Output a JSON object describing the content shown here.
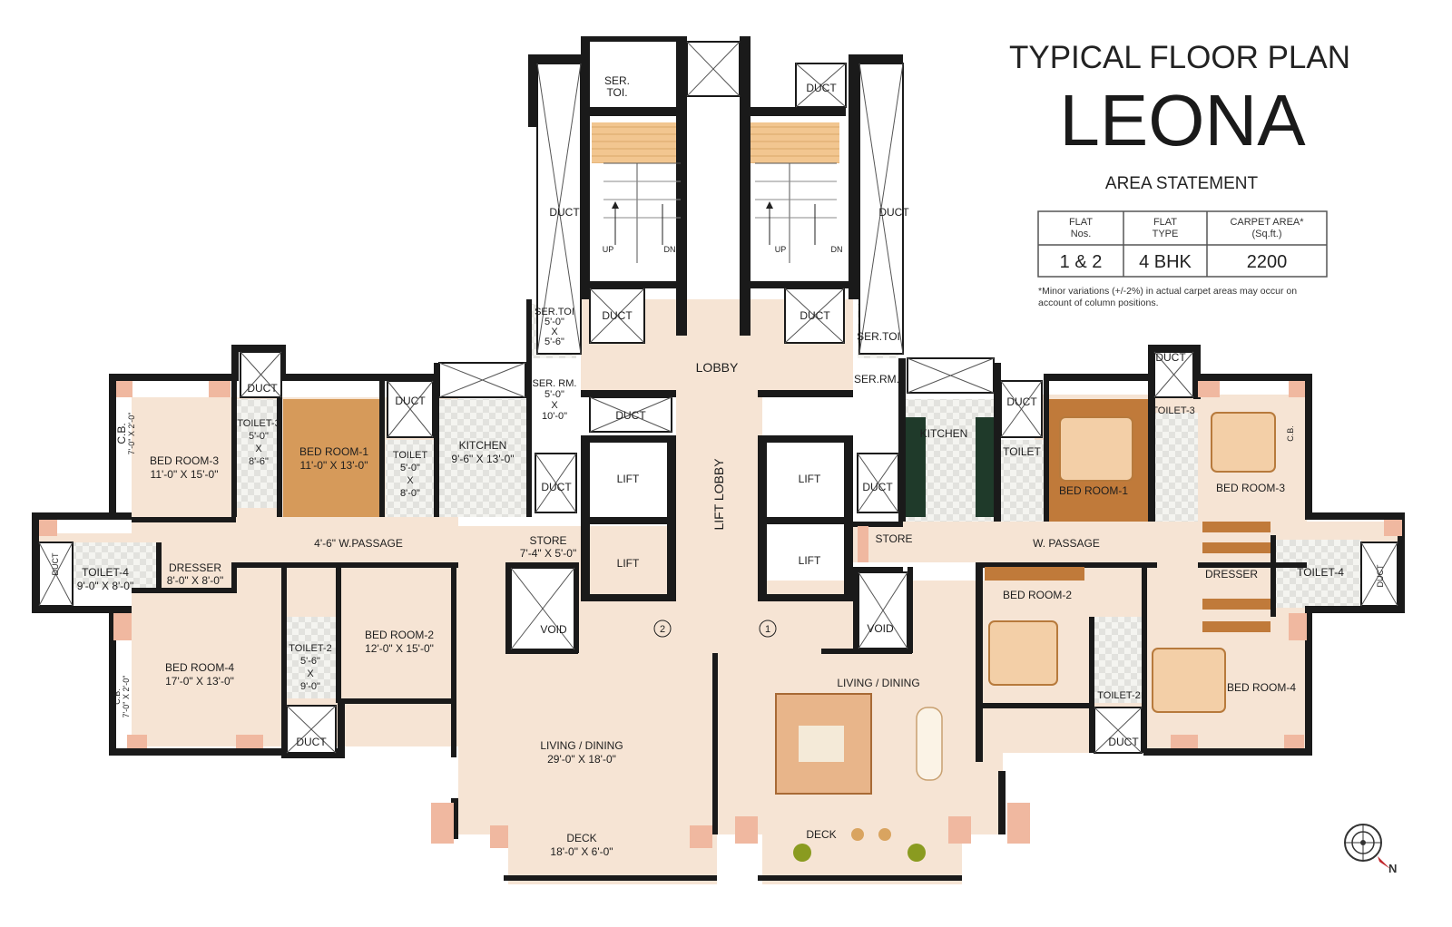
{
  "title": {
    "line1": "TYPICAL FLOOR PLAN",
    "line2": "LEONA",
    "subtitle": "AREA STATEMENT"
  },
  "area_table": {
    "headers": [
      [
        "FLAT",
        "Nos."
      ],
      [
        "FLAT",
        "TYPE"
      ],
      [
        "CARPET AREA*",
        "(Sq.ft.)"
      ]
    ],
    "row": [
      "1 & 2",
      "4 BHK",
      "2200"
    ]
  },
  "note": [
    "*Minor variations (+/-2%) in actual carpet areas may occur on",
    "account of column positions."
  ],
  "colors": {
    "wall": "#1a1a1a",
    "floor": "#f6e4d4",
    "wood": "#d69a5a",
    "column": "#f0b8a0",
    "stair": "#f2c690"
  },
  "rooms": {
    "lobby": "LOBBY",
    "lift_lobby": "LIFT LOBBY",
    "lift": "LIFT",
    "duct": "DUCT",
    "void": "VOID",
    "up": "UP",
    "dn": "DN",
    "ser_toi": [
      "SER.",
      "TOI."
    ],
    "marker1": "1",
    "marker2": "2",
    "left": {
      "bed3": [
        "BED ROOM-3",
        "11'-0\" X 15'-0\""
      ],
      "toilet3": [
        "TOILET-3",
        "5'-0\"",
        "X",
        "8'-6\""
      ],
      "bed1": [
        "BED ROOM-1",
        "11'-0\" X 13'-0\""
      ],
      "toilet": [
        "TOILET",
        "5'-0\"",
        "X",
        "8'-0\""
      ],
      "kitchen": [
        "KITCHEN",
        "9'-6\" X 13'-0\""
      ],
      "ser_toi": [
        "SER.TOI",
        "5'-0\"",
        "X",
        "5'-6\""
      ],
      "ser_rm": [
        "SER. RM.",
        "5'-0\"",
        "X",
        "10'-0\""
      ],
      "cb1": [
        "C.B.",
        "7'-0\" X 2'-0\""
      ],
      "passage": "4'-6\" W.PASSAGE",
      "store": [
        "STORE",
        "7'-4\" X 5'-0\""
      ],
      "toilet4": [
        "TOILET-4",
        "9'-0\" X 8'-0\""
      ],
      "dresser": [
        "DRESSER",
        "8'-0\" X 8'-0\""
      ],
      "bed4": [
        "BED ROOM-4",
        "17'-0\" X 13'-0\""
      ],
      "cb2": [
        "C.B.",
        "7'-0\" X 2'-0\""
      ],
      "toilet2": [
        "TOILET-2",
        "5'-6\"",
        "X",
        "9'-0\""
      ],
      "bed2": [
        "BED ROOM-2",
        "12'-0\" X 15'-0\""
      ],
      "living": [
        "LIVING / DINING",
        "29'-0\" X 18'-0\""
      ],
      "deck": [
        "DECK",
        "18'-0\" X 6'-0\""
      ]
    },
    "right": {
      "ser_toi": "SER.TOI",
      "ser_rm": "SER.RM.",
      "kitchen": "KITCHEN",
      "toilet": "TOILET",
      "bed1": "BED ROOM-1",
      "toilet3": "TOILET-3",
      "cb": "C.B.",
      "bed3": "BED ROOM-3",
      "store": "STORE",
      "passage": "W. PASSAGE",
      "dresser": "DRESSER",
      "toilet4": "TOILET-4",
      "bed2": "BED ROOM-2",
      "toilet2": "TOILET-2",
      "bed4": "BED ROOM-4",
      "living": "LIVING / DINING",
      "deck": "DECK"
    }
  },
  "compass": {
    "letter": "N"
  }
}
